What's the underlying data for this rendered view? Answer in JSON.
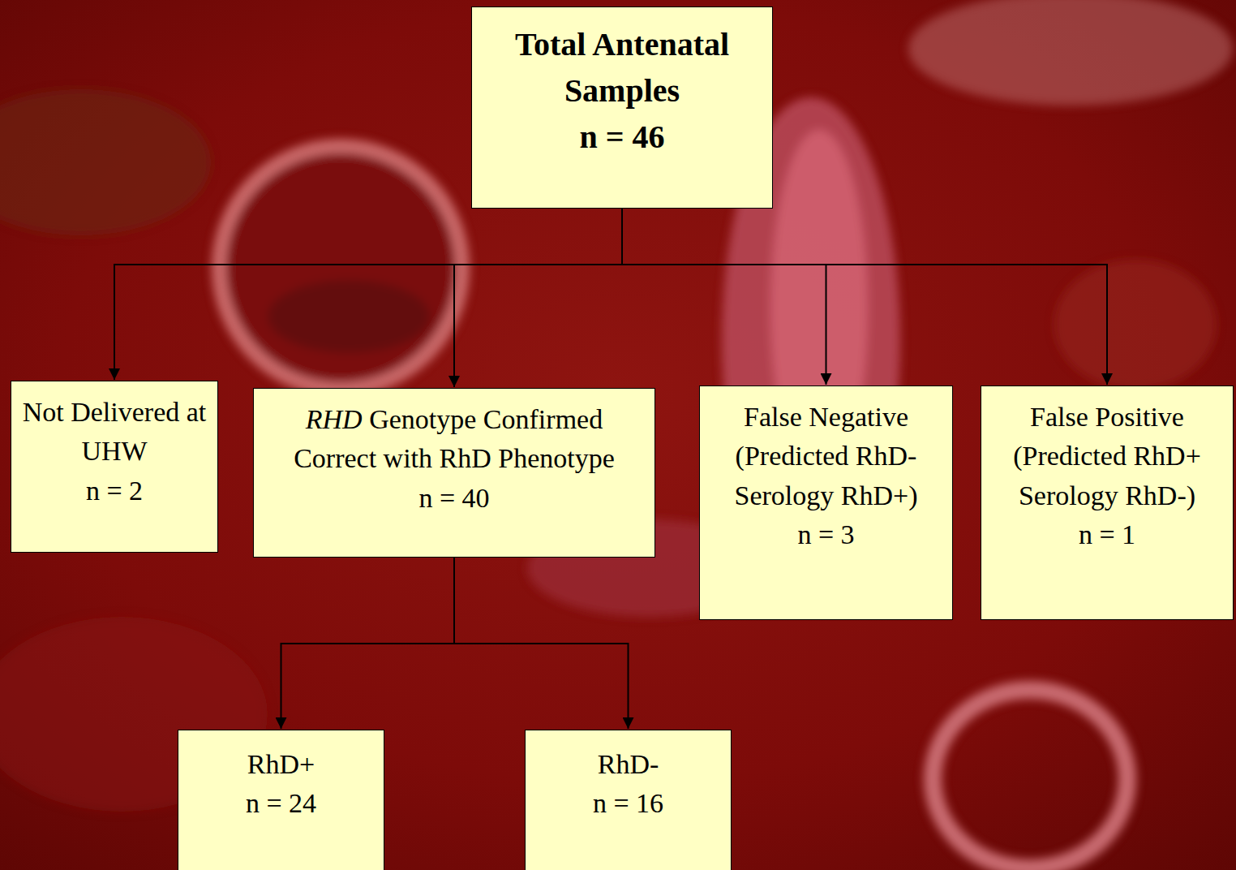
{
  "diagram": {
    "nodes": [
      {
        "text": [
          "Total Antenatal Samples",
          "n = 46"
        ]
      },
      {
        "text": [
          "Not Delivered at UHW",
          "n = 2"
        ]
      },
      {
        "text": [
          "RHD Genotype Confirmed Correct with RhD Phenotype",
          "n = 40"
        ]
      },
      {
        "text": [
          "False Negative (Predicted RhD- Serology RhD+)",
          "n = 3"
        ]
      },
      {
        "text": [
          "False Positive (Predicted RhD+ Serology RhD-)",
          "n = 1"
        ]
      },
      {
        "text": [
          "RhD+",
          "n = 24"
        ]
      },
      {
        "text": [
          "RhD-",
          "n = 16"
        ]
      }
    ],
    "edges": [
      {
        "from": 0,
        "to": 1,
        "arrow": "to"
      },
      {
        "from": 0,
        "to": 2,
        "arrow": "to"
      },
      {
        "from": 0,
        "to": 3,
        "arrow": "to"
      },
      {
        "from": 0,
        "to": 4,
        "arrow": "to"
      },
      {
        "from": 2,
        "to": 5,
        "arrow": "to"
      },
      {
        "from": 2,
        "to": 6,
        "arrow": "to"
      }
    ]
  }
}
